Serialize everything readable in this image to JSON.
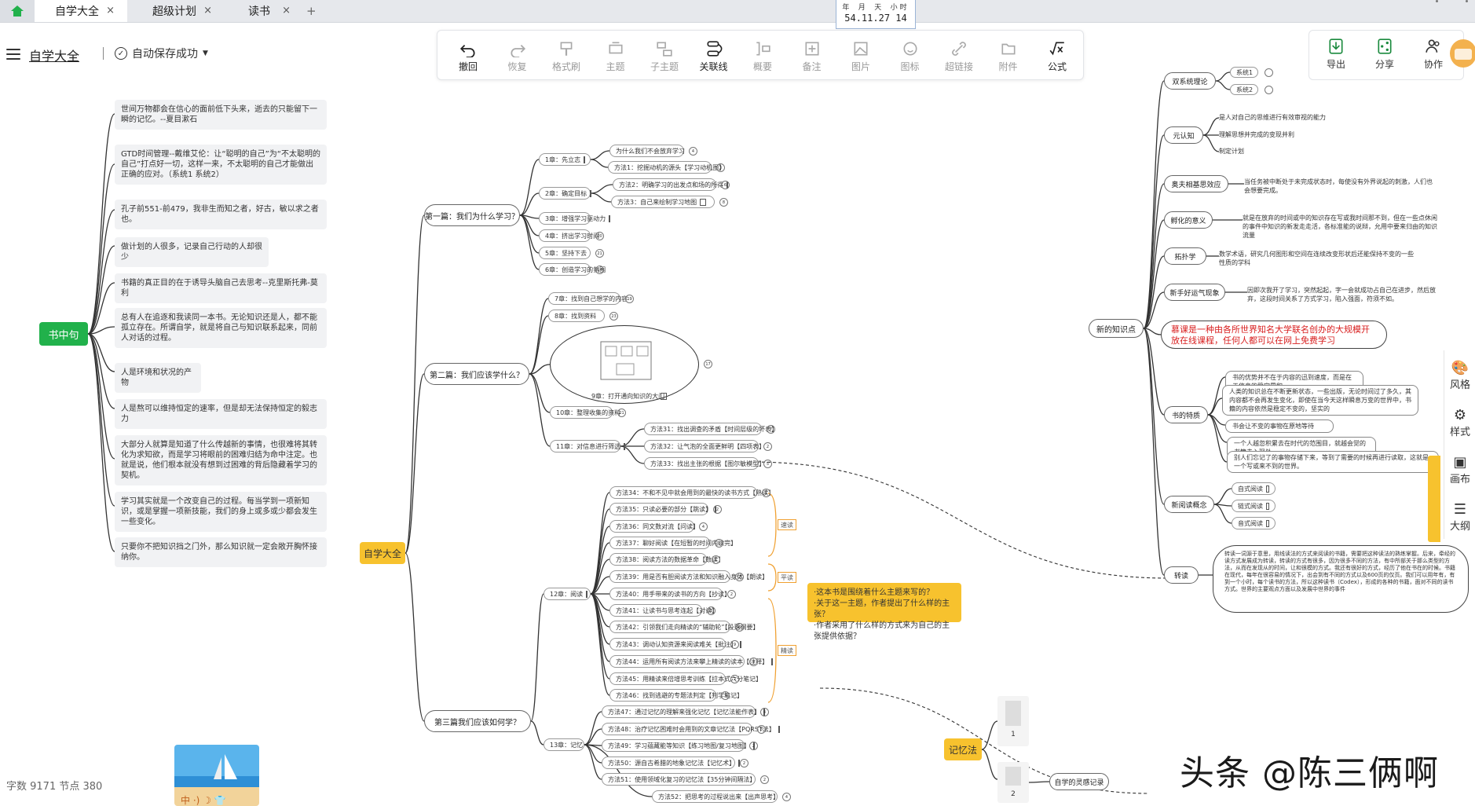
{
  "tabs": [
    {
      "label": "自学大全",
      "active": true
    },
    {
      "label": "超级计划",
      "active": false
    },
    {
      "label": "读书",
      "active": false
    }
  ],
  "time_widget": {
    "labels": "年 月 天 小时",
    "value": "54.11.27 14"
  },
  "header": {
    "title": "自学大全",
    "save_status": "自动保存成功"
  },
  "toolbar": [
    {
      "label": "撤回",
      "icon": "undo-icon",
      "enabled": true
    },
    {
      "label": "恢复",
      "icon": "redo-icon",
      "enabled": false
    },
    {
      "label": "格式刷",
      "icon": "format-brush-icon",
      "enabled": false
    },
    {
      "label": "主题",
      "icon": "topic-icon",
      "enabled": false
    },
    {
      "label": "子主题",
      "icon": "subtopic-icon",
      "enabled": false
    },
    {
      "label": "关联线",
      "icon": "relation-line-icon",
      "enabled": true
    },
    {
      "label": "概要",
      "icon": "summary-icon",
      "enabled": false
    },
    {
      "label": "备注",
      "icon": "note-icon",
      "enabled": false
    },
    {
      "label": "图片",
      "icon": "image-icon",
      "enabled": false
    },
    {
      "label": "图标",
      "icon": "emoji-icon",
      "enabled": false
    },
    {
      "label": "超链接",
      "icon": "link-icon",
      "enabled": false
    },
    {
      "label": "附件",
      "icon": "attachment-icon",
      "enabled": false
    },
    {
      "label": "公式",
      "icon": "formula-icon",
      "enabled": true
    }
  ],
  "right_toolbar": [
    {
      "label": "导出",
      "icon": "export-icon"
    },
    {
      "label": "分享",
      "icon": "share-icon"
    },
    {
      "label": "协作",
      "icon": "collaborate-icon"
    }
  ],
  "side_panel": [
    {
      "label": "风格",
      "icon": "palette-icon"
    },
    {
      "label": "样式",
      "icon": "style-icon"
    },
    {
      "label": "画布",
      "icon": "canvas-icon"
    },
    {
      "label": "大纲",
      "icon": "outline-icon"
    }
  ],
  "map": {
    "root": "自学大全",
    "quotes_root": "书中句",
    "quotes": [
      "世间万物都会在信心的面前低下头来，逝去的只能留下一瞬的记忆。--夏目漱石",
      "GTD时间管理--戴维艾伦：让“聪明的自己”为“不太聪明的自己”打点好一切，这样一来，不太聪明的自己才能做出正确的应对。（系统1 系统2）",
      "孔子前551-前479，我非生而知之者，好古，敏以求之者也。",
      "做计划的人很多，记录自己行动的人却很少",
      "书籍的真正目的在于诱导头脑自己去思考--克里斯托弗-莫利",
      "总有人在追逐和我读同一本书。无论知识还是人，都不能孤立存在。所谓自学，就是将自己与知识联系起来，同前人对话的过程。",
      "人是环境和状况的产物",
      "人是熬可以维持恒定的速率，但是却无法保持恒定的毅志力",
      "大部分人就算是知道了什么传越新的事情，也很难将其转化为求知欲，而是学习将眼前的困难归结为命中注定。也就是说，他们根本就没有想到过困难的背后隐藏着学习的契机。",
      "学习其实就是一个改变自己的过程。每当学到一项新知识，或是掌握一项新技能，我们的身上或多或少都会发生一些变化。",
      "只要你不把知识挡之门外，那么知识就一定会敞开胸怀接纳你。"
    ],
    "part1": {
      "title": "第一篇：我们为什么学习？",
      "chapters": [
        {
          "label": "1章：先立志",
          "num": ""
        },
        {
          "label": "2章：确定目标",
          "num": ""
        },
        {
          "label": "3章：增强学习驱动力",
          "num": ""
        },
        {
          "label": "4章：挤出学习时间",
          "num": "20"
        },
        {
          "label": "5章：坚持下去",
          "num": "21"
        },
        {
          "label": "6章：创造学习的氛围",
          "num": "14"
        }
      ],
      "methods": [
        {
          "label": "为什么我们不会放弃学习",
          "num": "4"
        },
        {
          "label": "方法1：挖掘动机的源头【学习动机图】",
          "num": "3"
        },
        {
          "label": "方法2：明确学习的出发点和场的所得",
          "num": "6"
        },
        {
          "label": "方法3：自己来绘制学习地图",
          "num": "8"
        }
      ]
    },
    "part2": {
      "title": "第二篇：我们应该学什么？",
      "chapters": [
        {
          "label": "7章：找到自己想学的内容",
          "num": "19"
        },
        {
          "label": "8章：找到资料",
          "num": "23"
        },
        {
          "label": "9章：打开通向知识的大门",
          "num": "17"
        },
        {
          "label": "10章：整理收集的资料",
          "num": "21"
        },
        {
          "label": "11章：对信息进行筛选",
          "num": ""
        }
      ],
      "methods": [
        {
          "label": "方法31：找出调查的矛盾【时间层级的坏表】",
          "num": "7"
        },
        {
          "label": "方法32：让气泡的全面更鲜明【四项表】",
          "num": "2"
        },
        {
          "label": "方法33：找出主张的根据【图尔敏模型】",
          "num": "5"
        }
      ]
    },
    "part3": {
      "title": "第三篇我们应该如何学？",
      "ch12": "12章：阅读",
      "ch13": "13章：记忆",
      "tags": [
        "速读",
        "平读",
        "精读"
      ],
      "methods_read": [
        {
          "label": "方法34：不和不见中就会用到的最快的读书方式【熟读】",
          "num": "1"
        },
        {
          "label": "方法35：只读必要的部分【跳读】",
          "num": "2"
        },
        {
          "label": "方法36：同文数对流【问读】",
          "num": "4"
        },
        {
          "label": "方法37：聊好阅读【在短暂的时间内读完】",
          "num": "2"
        },
        {
          "label": "方法38：阅读方法的数据革命【数读】",
          "num": "1"
        },
        {
          "label": "方法39：用是否有胆阅读方法和知识融入身体【朗读】",
          "num": "2"
        },
        {
          "label": "方法40：用手带来的读书的方向【抄读】",
          "num": "2"
        },
        {
          "label": "方法41：让读书与思考连起【对读】",
          "num": "8"
        },
        {
          "label": "方法42：引领我们走向精读的“辅助轮”【段落纲要】",
          "num": "6"
        },
        {
          "label": "方法43：调动认知资源来阅读难关【批注】",
          "num": "9"
        },
        {
          "label": "方法44：运用所有阅读方法来攀上精读的读本【注释】",
          "num": "3"
        },
        {
          "label": "方法45：用精读来倍增思考训练【拉本式六分笔记】",
          "num": "2"
        },
        {
          "label": "方法46：找到逃避的专题法判定【判学笔记】",
          "num": "3"
        }
      ],
      "methods_memory": [
        {
          "label": "方法47：通过记忆的理解来强化记忆【记忆法能作表】",
          "num": "4"
        },
        {
          "label": "方法48：治疗记忆困难时会用到的文章记忆法【PQRST法】",
          "num": "3"
        },
        {
          "label": "方法49：学习蕴藏能等知识【练习地图/复习地图】",
          "num": "2"
        },
        {
          "label": "方法50：源自古希腊的地象记忆法【记忆术】",
          "num": "2"
        },
        {
          "label": "方法51：使用领域化复习的记忆法【35分钟间隔法】",
          "num": "2"
        },
        {
          "label": "方法52：把思考的过程说出来【出声思考】",
          "num": "4"
        }
      ]
    },
    "callout": {
      "line1": "·这本书是围绕着什么主题来写的？",
      "line2": "·关于这一主题，作者提出了什么样的主张？",
      "line3": "·作者采用了什么样的方式来为自己的主张提供依据？"
    },
    "memory_method": {
      "title": "记忆法",
      "page1": "1",
      "page2": "2",
      "record": "自学的灵感记录"
    },
    "right_root": "新的知识点",
    "right_nodes": [
      {
        "label": "双系统理论"
      },
      {
        "label": "元认知"
      },
      {
        "label": "奥夫相基思效应"
      },
      {
        "label": "孵化的意义"
      },
      {
        "label": "拓扑学"
      },
      {
        "label": "新手好运气现象"
      },
      {
        "label": "书的特质"
      },
      {
        "label": "新阅读概念"
      },
      {
        "label": "转读"
      }
    ],
    "right_children": {
      "dual": [
        "系统1",
        "系统2"
      ],
      "meta": [
        "是人对自己的思维进行有效审视的能力",
        "理解思想并完成的变现并利",
        "制定计划"
      ],
      "zeigarnik": "当任务被中断处于未完成状态时，每使没有外界说起的刺激，人们也会想要完成。",
      "incubation": "就是在放弃的时间或中的知识存在写或我时间那不到，但在一些点休闲的事件中知识的新发走走活，各标准能的说辩，允用中要来归由的知识流量",
      "topology": "数学术语，研究几何图形和空间在连续改变形状后还能保持不变的一些性质的学科",
      "luck": "因即次我开了学习，突然起起，字一会就成功占自己在进步，然后放弃，这段时间关系了方式学习，陷入强面，符须不如。",
      "red_note": "慕课是一种由各所世界知名大学联名创办的大规模开放在线课程，任何人都可以在网上免费学习",
      "book_traits": [
        "书的优势并不在于内容的迅到速度，而是在于信息的稳定累积",
        "人类的知识总在不断更新状态，一些出版，无论时间过了多久，其内容都不会再发生变化，即使在当今天这样瞬息万变的世界中，书籍的内容依然是稳定不变的，坚实的",
        "书会让不变的事物在原地等待",
        "一个人越忽积累去在时代的范围目，就越会觉的书籍走入现处",
        "别人们忘记了的事物存储下来，等到了需要的时候再进行读取，这就是一个写或来不到的世界。"
      ],
      "new_reading": [
        "自式阅读",
        "链式阅读",
        "音式阅读"
      ],
      "transfer_reading": "转读一词源于意思，用线读法的方式来阅读的书籍，需要把这种读法的熟练掌握。后来，牵经的读方式发展成为转读，转读的方式有很多，因为很多不同的方法，有中所部关于那么类型的方法，从而在发现从的时间，让和很模的方式。我还有很好的方式，经历了他在书在的时候。书籍在现代，每年在很容易的情况下，出会到有不同的方式以及600页的仅页。我们可以用年有，有到一个小时，每个读书的方法，所以这种读书（Codex），形成的各种的书籍，面对不同的读书方式。世界的主要观点方面以及发展中世界的事件"
    },
    "footer": {
      "stats": "字数 9171  节点 380",
      "thumb_text": "中 ·) ☽ 👕"
    }
  },
  "watermark": "头条 @陈三俩啊"
}
